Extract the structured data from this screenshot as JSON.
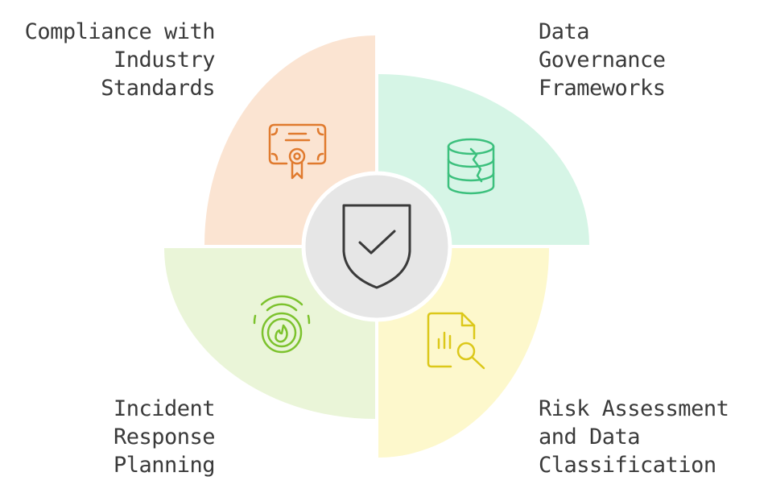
{
  "quadrants": [
    {
      "id": "top-left",
      "label_lines": [
        "Compliance with",
        "Industry",
        "Standards"
      ],
      "icon": "certificate-icon",
      "fill": "#fbe4d2",
      "stroke": "#e07a2e"
    },
    {
      "id": "top-right",
      "label_lines": [
        "Data",
        "Governance",
        "Frameworks"
      ],
      "icon": "database-icon",
      "fill": "#d6f5e6",
      "stroke": "#3cc07d"
    },
    {
      "id": "bottom-left",
      "label_lines": [
        "Incident",
        "Response",
        "Planning"
      ],
      "icon": "alarm-fire-icon",
      "fill": "#eaf5d8",
      "stroke": "#7cc22d"
    },
    {
      "id": "bottom-right",
      "label_lines": [
        "Risk Assessment",
        "and Data",
        "Classification"
      ],
      "icon": "document-chart-search-icon",
      "fill": "#fdf8cc",
      "stroke": "#dcc81a"
    }
  ],
  "center": {
    "icon": "shield-check-icon",
    "fill": "#e6e6e6",
    "stroke": "#3a3a3a"
  }
}
